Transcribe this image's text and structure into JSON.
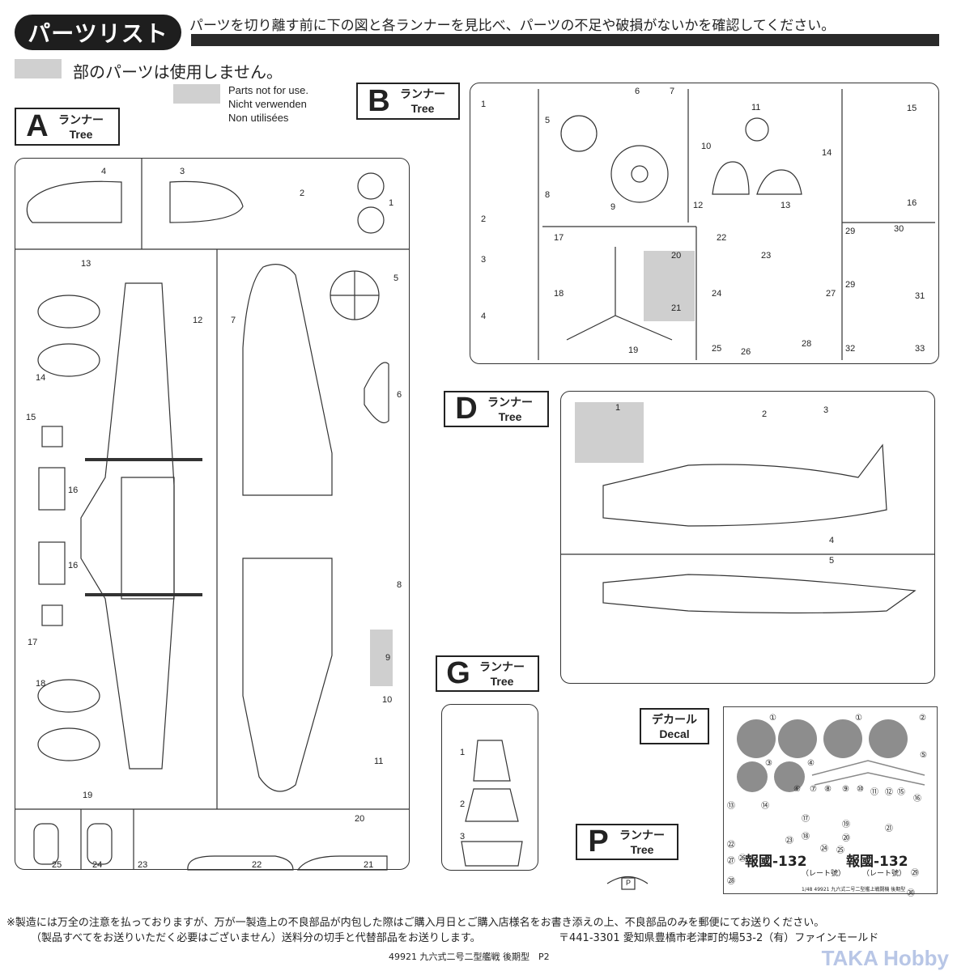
{
  "header": {
    "title": "パーツリスト",
    "instruction": "パーツを切り離す前に下の図と各ランナーを見比べ、パーツの不足や破損がないかを確認してください。"
  },
  "legend": {
    "jp": "部のパーツは使用しません。",
    "en": [
      "Parts not for use.",
      "Nicht verwenden",
      "Non utilisées"
    ]
  },
  "runner_word": "ランナー",
  "tree_word": "Tree",
  "runners": {
    "A": {
      "letter": "A",
      "parts": [
        "4",
        "3",
        "2",
        "1",
        "13",
        "12",
        "7",
        "5",
        "6",
        "14",
        "15",
        "16",
        "16",
        "17",
        "8",
        "9",
        "10",
        "11",
        "18",
        "19",
        "20",
        "25",
        "24",
        "23",
        "22",
        "21"
      ]
    },
    "B": {
      "letter": "B",
      "parts": [
        "1",
        "2",
        "3",
        "4",
        "5",
        "6",
        "7",
        "8",
        "9",
        "10",
        "11",
        "12",
        "13",
        "14",
        "15",
        "16",
        "17",
        "18",
        "19",
        "20",
        "21",
        "22",
        "23",
        "24",
        "25",
        "26",
        "27",
        "28",
        "29",
        "30",
        "31",
        "32",
        "33",
        "29"
      ]
    },
    "D": {
      "letter": "D",
      "parts": [
        "1",
        "2",
        "3",
        "4",
        "5"
      ]
    },
    "G": {
      "letter": "G",
      "parts": [
        "1",
        "2",
        "3"
      ]
    },
    "P": {
      "letter": "P",
      "parts": [
        "P"
      ]
    }
  },
  "decal": {
    "label_jp": "デカール",
    "label_en": "Decal",
    "numbers": [
      "①",
      "①",
      "②",
      "③",
      "④",
      "⑤",
      "⑥",
      "⑦",
      "⑧",
      "⑨",
      "⑩",
      "⑪",
      "⑫",
      "⑬",
      "⑭",
      "⑮",
      "⑯",
      "⑰",
      "⑱",
      "⑲",
      "⑳",
      "㉑",
      "㉒",
      "㉓",
      "㉔",
      "㉕",
      "㉖",
      "㉗",
      "㉘",
      "㉙",
      "㉚"
    ],
    "marking": "報國-132",
    "marking_note": "（レート號）",
    "fine_print": "1/48 49921 九六式二号二型艦上戦闘機 後期型"
  },
  "footer": {
    "line1": "※製造には万全の注意を払っておりますが、万が一製造上の不良部品が内包した際はご購入月日とご購入店様名をお書き添えの上、不良部品のみを郵便にてお送りください。",
    "line2": "（製品すべてをお送りいただく必要はございません）送料分の切手と代替部品をお送りします。",
    "address": "〒441-3301 愛知県豊橋市老津町的場53-2（有）ファインモールド",
    "page": "49921 九六式二号二型艦戦 後期型　P2"
  },
  "watermark": "TAKA Hobby"
}
